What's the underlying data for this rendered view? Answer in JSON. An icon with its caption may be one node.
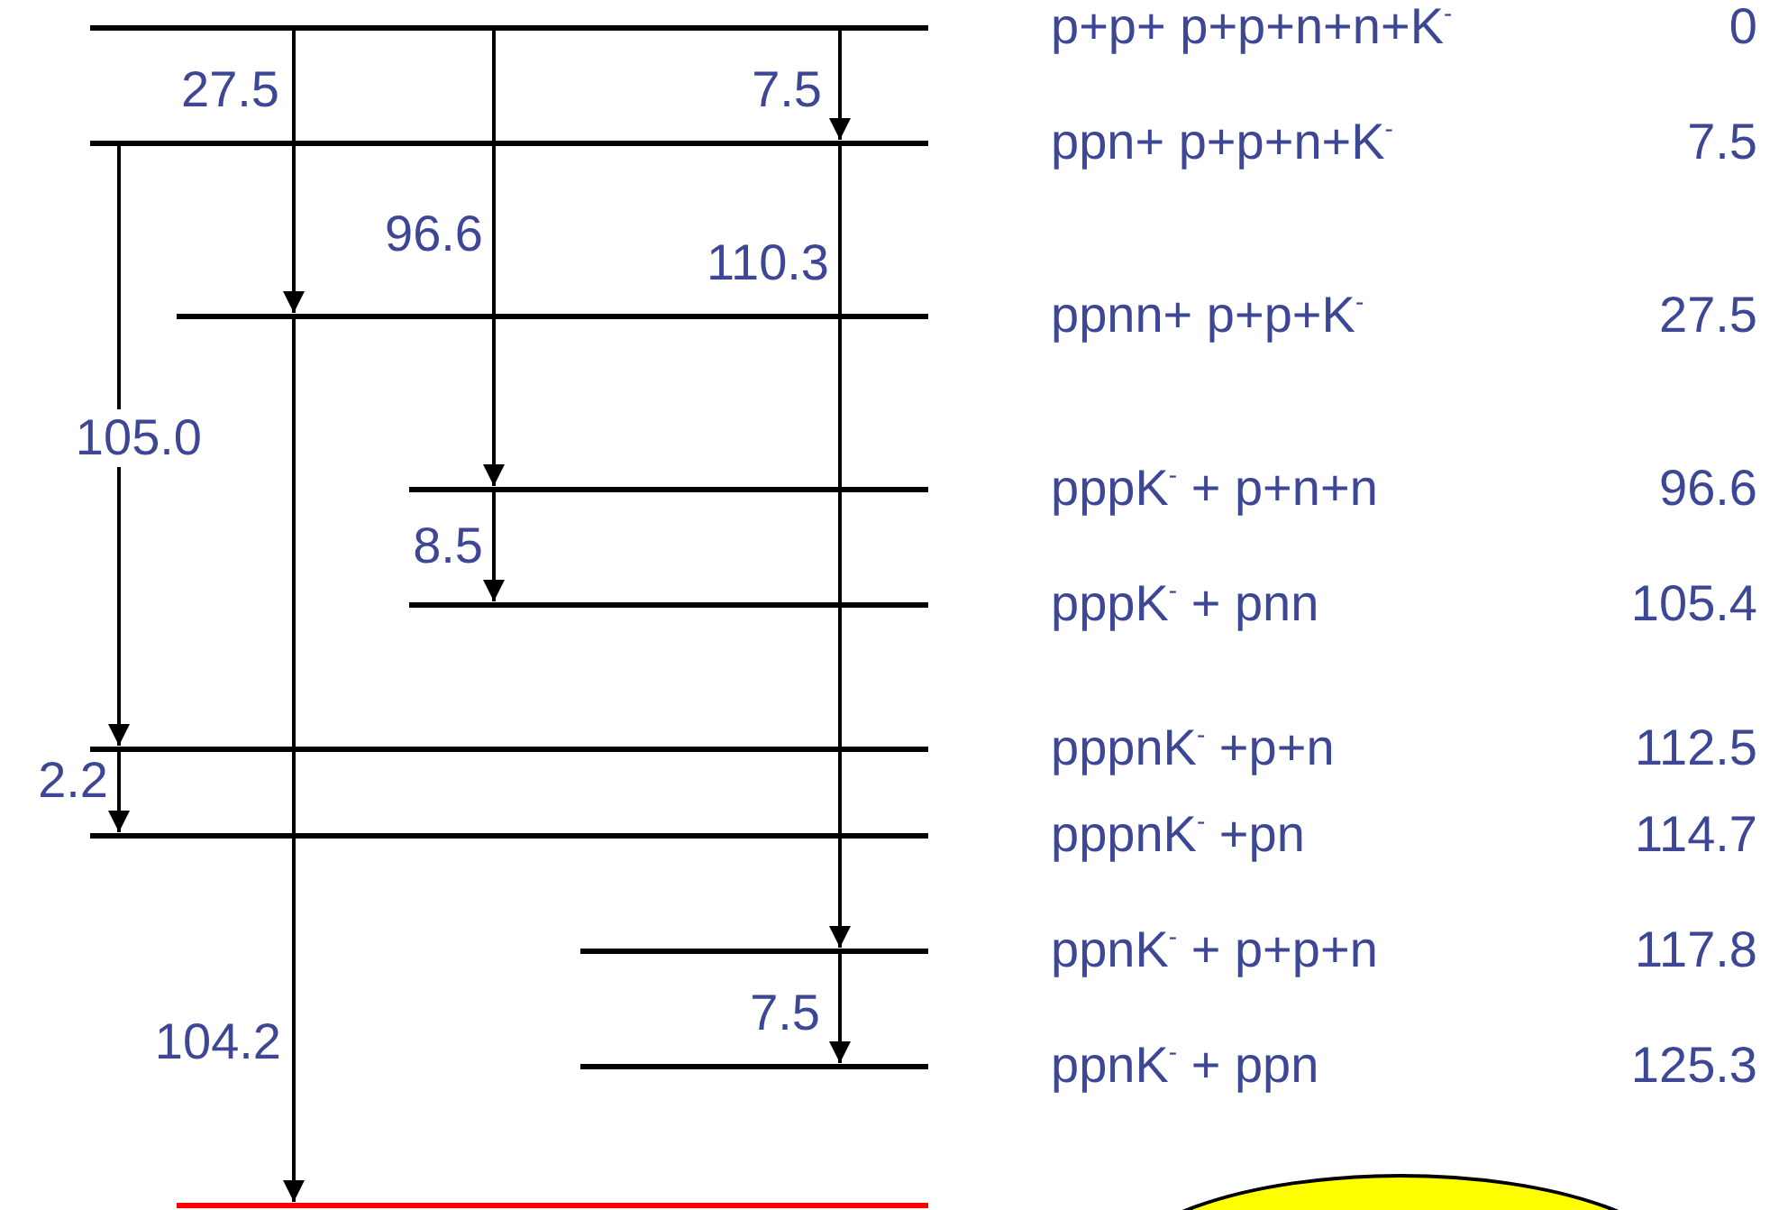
{
  "diagram": {
    "nodes": [
      {
        "text": [],
        "shape": "bar",
        "beside": [
          "p+p+ p+p+n+n+K$^{-}$"
        ]
      },
      {
        "text": [],
        "shape": "bar",
        "beside": [
          "ppn+ p+p+n+K$^{-}$"
        ]
      },
      {
        "text": [],
        "shape": "bar",
        "beside": [
          "ppnn+ p+p+K$^{-}$"
        ]
      },
      {
        "text": [],
        "shape": "bar",
        "beside": [
          "pppK$^{-}$ + p+n+n"
        ]
      },
      {
        "text": [],
        "shape": "bar",
        "beside": [
          "pppK$^{-}$ + pnn"
        ]
      },
      {
        "text": [],
        "shape": "bar",
        "beside": [
          "pppnK$^{-}$ +p+n"
        ]
      },
      {
        "text": [],
        "shape": "bar",
        "beside": [
          "pppnK$^{-}$ +pn"
        ]
      },
      {
        "text": [],
        "shape": "bar",
        "beside": [
          "ppnK$^{-}$ + p+p+n"
        ]
      },
      {
        "text": [],
        "shape": "bar",
        "beside": [
          "ppnK$^{-}$ + ppn"
        ]
      },
      {
        "text": [],
        "shape": "bar"
      },
      {
        "text": [],
        "shape": "ellipse"
      }
    ],
    "edges": [
      {
        "from": 0,
        "to": 2,
        "arrow": "to",
        "label": "27.5"
      },
      {
        "from": 2,
        "to": 9,
        "arrow": "to",
        "label": "104.2"
      },
      {
        "from": 0,
        "to": 3,
        "arrow": "to",
        "label": "96.6"
      },
      {
        "from": 3,
        "to": 4,
        "arrow": "to",
        "label": "8.5"
      },
      {
        "from": 0,
        "to": 1,
        "arrow": "to",
        "label": "7.5"
      },
      {
        "from": 1,
        "to": 7,
        "arrow": "to",
        "label": "110.3"
      },
      {
        "from": 7,
        "to": 8,
        "arrow": "to",
        "label": "7.5"
      },
      {
        "from": 1,
        "to": 5,
        "arrow": "to",
        "label": "105.0"
      },
      {
        "from": 5,
        "to": 6,
        "arrow": "to",
        "label": "2.2"
      }
    ],
    "labels": [
      "0",
      "7.5",
      "27.5",
      "96.6",
      "105.4",
      "112.5",
      "114.7",
      "117.8",
      "125.3"
    ]
  }
}
